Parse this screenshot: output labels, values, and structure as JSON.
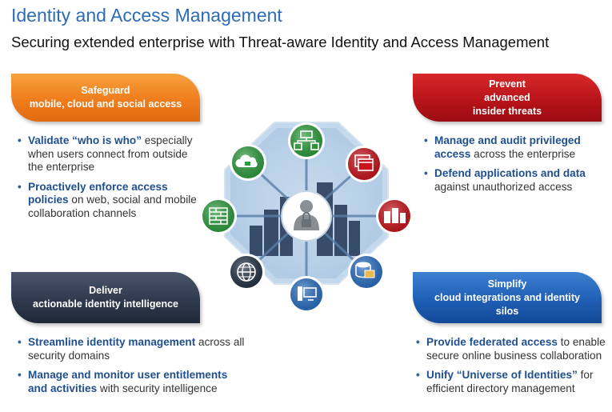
{
  "header": {
    "title": "Identity and Access Management",
    "subtitle": "Securing extended enterprise with Threat-aware Identity and Access Management"
  },
  "quadrants": {
    "top_left": {
      "tab_line1": "Safeguard",
      "tab_line2": "mobile, cloud and social access",
      "color": "#ef7d1d",
      "items": [
        {
          "bold": "Validate “who is who”",
          "text": "especially when users connect from outside the enterprise"
        },
        {
          "bold": "Proactively enforce access policies",
          "text": "on web, social and mobile collaboration channels"
        }
      ]
    },
    "top_right": {
      "tab_line1": "Prevent",
      "tab_line2": "advanced",
      "tab_line3": "insider threats",
      "color": "#b8141a",
      "items": [
        {
          "bold": "Manage and audit privileged access",
          "text": "across the enterprise"
        },
        {
          "bold": "Defend applications and data",
          "text": "against unauthorized access"
        }
      ]
    },
    "bottom_left": {
      "tab_line1": "Deliver",
      "tab_line2": "actionable identity intelligence",
      "color": "#2f3a4e",
      "items": [
        {
          "bold": "Streamline identity management",
          "text": "across all security domains"
        },
        {
          "bold": "Manage and monitor user entitlements and activities",
          "text": "with security intelligence"
        }
      ]
    },
    "bottom_right": {
      "tab_line1": "Simplify",
      "tab_line2": "cloud integrations and identity",
      "tab_line3": "silos",
      "color": "#1f5fb5",
      "items": [
        {
          "bold": "Provide federated access",
          "text": "to enable secure online business collaboration"
        },
        {
          "bold": "Unify “Universe of Identities”",
          "text": "for efficient directory management"
        }
      ]
    }
  },
  "hub": {
    "center_icon": "user-lock-icon",
    "nodes": [
      {
        "name": "network-devices-icon",
        "color": "#2e9d3e"
      },
      {
        "name": "browser-windows-icon",
        "color": "#c8141c"
      },
      {
        "name": "servers-icon",
        "color": "#c8141c"
      },
      {
        "name": "database-users-icon",
        "color": "#2a6fc2"
      },
      {
        "name": "computer-icon",
        "color": "#2a6fc2"
      },
      {
        "name": "globe-icon",
        "color": "#243246"
      },
      {
        "name": "firewall-icon",
        "color": "#2e9d3e"
      },
      {
        "name": "cloud-lock-icon",
        "color": "#2e9d3e"
      }
    ]
  }
}
